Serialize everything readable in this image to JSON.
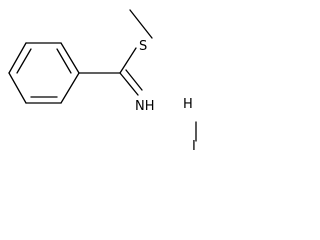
{
  "molecule": {
    "atoms": {
      "sulfur": "S",
      "imine_nitrogen": "NH",
      "hydrogen": "H",
      "iodine": "I"
    },
    "colors": {
      "bond": "#000000",
      "label": "#000000",
      "background": "#ffffff"
    }
  }
}
